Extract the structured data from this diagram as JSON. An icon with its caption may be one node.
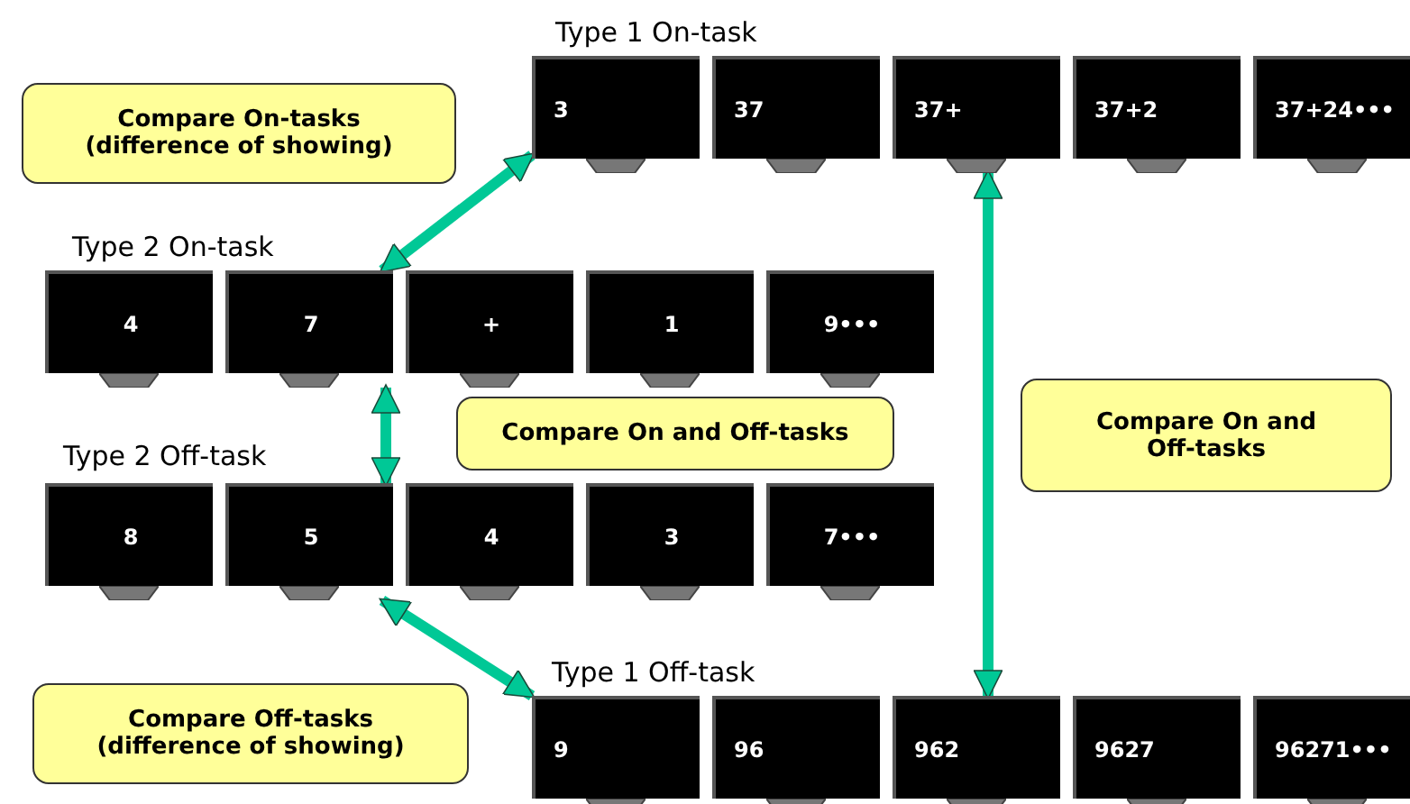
{
  "diagram": {
    "nodes": [
      {
        "text": [
          "3"
        ]
      },
      {
        "text": [
          "37"
        ]
      },
      {
        "text": [
          "37+"
        ]
      },
      {
        "text": [
          "37+2"
        ]
      },
      {
        "text": [
          "37+24•••"
        ]
      },
      {
        "text": [
          "Compare On-tasks (difference of showing)"
        ]
      },
      {
        "text": [
          "4"
        ]
      },
      {
        "text": [
          "7"
        ]
      },
      {
        "text": [
          "+"
        ]
      },
      {
        "text": [
          "1"
        ]
      },
      {
        "text": [
          "9•••"
        ]
      },
      {
        "text": [
          "Compare On and Off-tasks"
        ]
      },
      {
        "text": [
          "Compare On and Off-tasks"
        ]
      },
      {
        "text": [
          "8"
        ]
      },
      {
        "text": [
          "5"
        ]
      },
      {
        "text": [
          "4"
        ]
      },
      {
        "text": [
          "3"
        ]
      },
      {
        "text": [
          "7•••"
        ]
      },
      {
        "text": [
          "Compare Off-tasks (difference of showing)"
        ]
      },
      {
        "text": [
          "9"
        ]
      },
      {
        "text": [
          "96"
        ]
      },
      {
        "text": [
          "962"
        ]
      },
      {
        "text": [
          "9627"
        ]
      },
      {
        "text": [
          "96271•••"
        ]
      }
    ],
    "edges": [
      {
        "from": 0,
        "to": 7,
        "arrow": "both"
      },
      {
        "from": 2,
        "to": 21,
        "arrow": "both"
      },
      {
        "from": 7,
        "to": 14,
        "arrow": "both"
      },
      {
        "from": 14,
        "to": 19,
        "arrow": "both"
      }
    ],
    "labels": [
      "Type 1 On-task",
      "Type 2 On-task",
      "Type 2 Off-task",
      "Type 1 Off-task"
    ]
  }
}
